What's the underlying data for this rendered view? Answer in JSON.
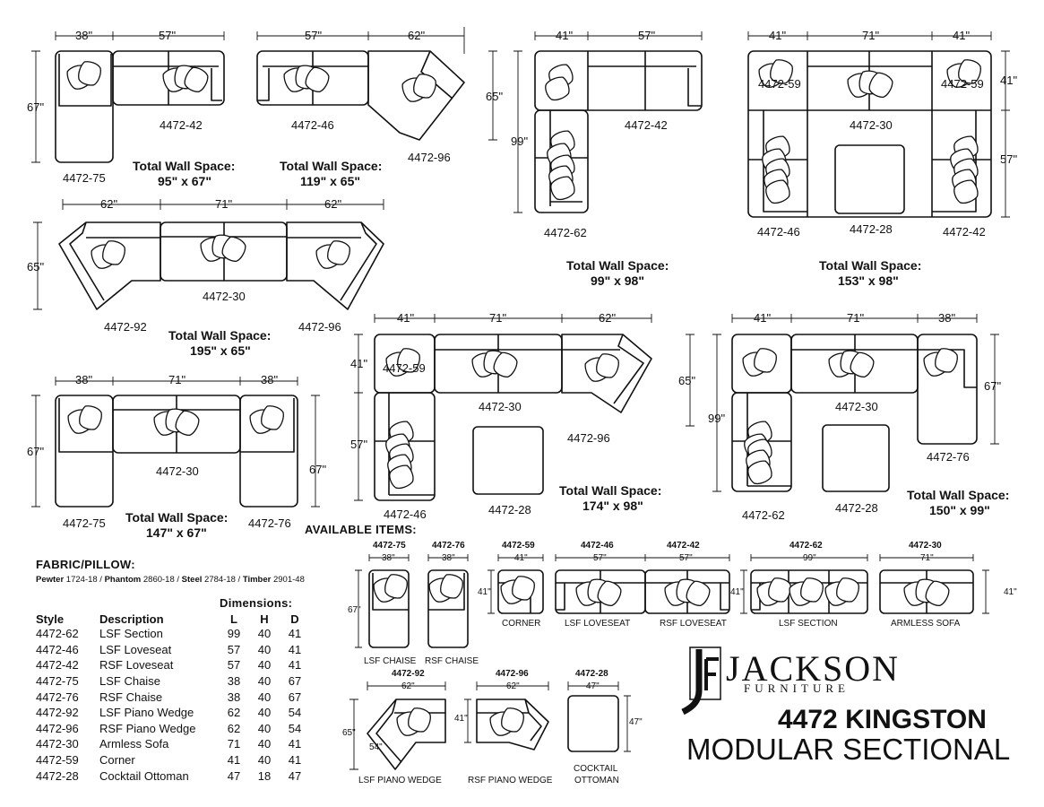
{
  "brand": {
    "name": "JACKSON",
    "sub": "FURNITURE",
    "model": "4472 KINGSTON",
    "model_sub": "MODULAR SECTIONAL"
  },
  "arrangements": [
    {
      "codes": [
        "4472-75",
        "4472-42"
      ],
      "dims": [
        "38\"",
        "57\"",
        "67\""
      ],
      "wall_label": "Total Wall Space:",
      "wall_value": "95\" x 67\""
    },
    {
      "codes": [
        "4472-46",
        "4472-96"
      ],
      "dims": [
        "57\"",
        "62\"",
        "65\""
      ],
      "wall_label": "Total Wall Space:",
      "wall_value": "119\" x 65\""
    },
    {
      "codes": [
        "4472-42",
        "4472-62"
      ],
      "dims": [
        "41\"",
        "57\"",
        "99\""
      ],
      "wall_label": "Total Wall Space:",
      "wall_value": "99\" x 98\""
    },
    {
      "codes": [
        "4472-59",
        "4472-59",
        "4472-30",
        "4472-46",
        "4472-28",
        "4472-42"
      ],
      "dims": [
        "41\"",
        "71\"",
        "41\"",
        "41\"",
        "57\""
      ],
      "wall_label": "Total Wall Space:",
      "wall_value": "153\" x 98\""
    },
    {
      "codes": [
        "4472-92",
        "4472-30",
        "4472-96"
      ],
      "dims": [
        "62\"",
        "71\"",
        "62\"",
        "65\""
      ],
      "wall_label": "Total Wall Space:",
      "wall_value": "195\" x 65\""
    },
    {
      "codes": [
        "4472-59",
        "4472-30",
        "4472-96",
        "4472-46",
        "4472-28"
      ],
      "dims": [
        "41\"",
        "71\"",
        "62\"",
        "41\"",
        "57\"",
        "65\""
      ],
      "wall_label": "Total Wall Space:",
      "wall_value": "174\" x 98\""
    },
    {
      "codes": [
        "4472-30",
        "4472-76",
        "4472-62",
        "4472-28"
      ],
      "dims": [
        "41\"",
        "71\"",
        "38\"",
        "67\"",
        "99\""
      ],
      "wall_label": "Total Wall Space:",
      "wall_value": "150\" x 99\""
    },
    {
      "codes": [
        "4472-30",
        "4472-75",
        "4472-76"
      ],
      "dims": [
        "38\"",
        "71\"",
        "38\"",
        "67\"",
        "67\""
      ],
      "wall_label": "Total Wall Space:",
      "wall_value": "147\" x 67\""
    }
  ],
  "available": {
    "heading": "AVAILABLE ITEMS:",
    "items": [
      {
        "code": "4472-75",
        "width": "38\"",
        "depth": "67\"",
        "name": "LSF CHAISE"
      },
      {
        "code": "4472-76",
        "width": "38\"",
        "depth": "",
        "name": "RSF CHAISE"
      },
      {
        "code": "4472-59",
        "width": "41\"",
        "depth": "41\"",
        "name": "CORNER"
      },
      {
        "code": "4472-46",
        "width": "57\"",
        "depth": "",
        "name": "LSF LOVESEAT"
      },
      {
        "code": "4472-42",
        "width": "57\"",
        "depth": "41\"",
        "name": "RSF LOVESEAT"
      },
      {
        "code": "4472-62",
        "width": "99\"",
        "depth": "",
        "name": "LSF SECTION"
      },
      {
        "code": "4472-30",
        "width": "71\"",
        "depth": "41\"",
        "name": "ARMLESS SOFA"
      },
      {
        "code": "4472-92",
        "width": "62\"",
        "depth": "65\"",
        "extra": "54\"",
        "name": "LSF PIANO WEDGE"
      },
      {
        "code": "4472-96",
        "width": "62\"",
        "depth": "41\"",
        "name": "RSF PIANO WEDGE"
      },
      {
        "code": "4472-28",
        "width": "47\"",
        "depth": "47\"",
        "name": "COCKTAIL",
        "name2": "OTTOMAN"
      }
    ]
  },
  "fabric": {
    "heading": "FABRIC/PILLOW:",
    "entries": [
      {
        "name": "Pewter",
        "num": "1724-18"
      },
      {
        "name": "Phantom",
        "num": "2860-18"
      },
      {
        "name": "Steel",
        "num": "2784-18"
      },
      {
        "name": "Timber",
        "num": "2901-48"
      }
    ]
  },
  "spec": {
    "dims_heading": "Dimensions:",
    "headers": [
      "Style",
      "Description",
      "L",
      "H",
      "D"
    ],
    "rows": [
      [
        "4472-62",
        "LSF Section",
        "99",
        "40",
        "41"
      ],
      [
        "4472-46",
        "LSF Loveseat",
        "57",
        "40",
        "41"
      ],
      [
        "4472-42",
        "RSF Loveseat",
        "57",
        "40",
        "41"
      ],
      [
        "4472-75",
        "LSF Chaise",
        "38",
        "40",
        "67"
      ],
      [
        "4472-76",
        "RSF Chaise",
        "38",
        "40",
        "67"
      ],
      [
        "4472-92",
        "LSF Piano Wedge",
        "62",
        "40",
        "54"
      ],
      [
        "4472-96",
        "RSF Piano Wedge",
        "62",
        "40",
        "54"
      ],
      [
        "4472-30",
        "Armless Sofa",
        "71",
        "40",
        "41"
      ],
      [
        "4472-59",
        "Corner",
        "41",
        "40",
        "41"
      ],
      [
        "4472-28",
        "Cocktail Ottoman",
        "47",
        "18",
        "47"
      ]
    ]
  }
}
